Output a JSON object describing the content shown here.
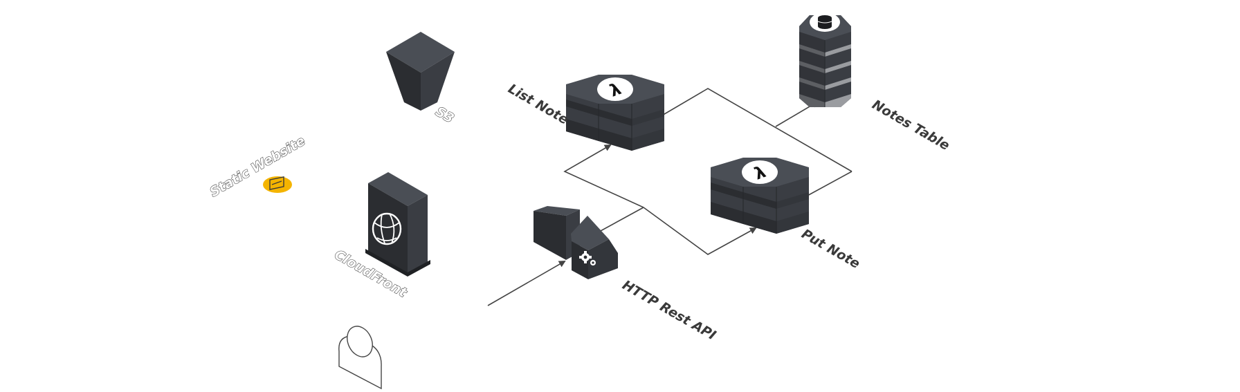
{
  "nodes": {
    "static_website": {
      "label": "Static Website",
      "icon": "mail-badge-icon",
      "badge_color": "#f4b400"
    },
    "s3": {
      "label": "S3",
      "icon": "bucket-icon"
    },
    "cloudfront": {
      "label": "CloudFront",
      "icon": "globe-icon"
    },
    "user": {
      "icon": "user-icon"
    },
    "api": {
      "label": "HTTP Rest API",
      "icon": "gears-icon"
    },
    "list_note": {
      "label": "List Note",
      "icon": "lambda-icon"
    },
    "put_note": {
      "label": "Put Note",
      "icon": "lambda-icon"
    },
    "notes_table": {
      "label": "Notes Table",
      "icon": "database-icon"
    }
  },
  "colors": {
    "block_dark": "#2b2d31",
    "block_mid": "#3a3d43",
    "block_light": "#4a4e55",
    "connector": "#444444"
  }
}
